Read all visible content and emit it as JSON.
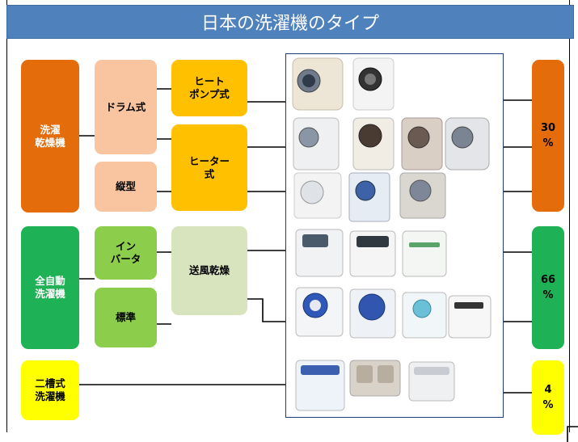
{
  "title": "日本の洗濯機のタイプ",
  "categories": {
    "dryer": "洗濯\n乾燥機",
    "auto": "全自動\n洗濯機",
    "twin": "二槽式\n洗濯機"
  },
  "subtypes": {
    "drum": "ドラム式",
    "vertical": "縦型",
    "inverter": "イン\nバータ",
    "standard": "標準"
  },
  "drying": {
    "heatpump": "ヒート\nポンプ式",
    "heater": "ヒーター\n式",
    "airflow": "送風乾燥"
  },
  "shares": {
    "dryer": "30\n%",
    "auto": "66\n%",
    "twin": "4\n%"
  },
  "icons": {
    "machine": "washing-machine-photo"
  },
  "colors": {
    "title": "#4f81bd",
    "dryer": "#e46c0a",
    "auto": "#1fb156",
    "twin": "#ffff00",
    "drying_method": "#ffc000",
    "drum": "#f9c5a0",
    "inverter": "#8cce4c",
    "airflow": "#d7e4bd"
  }
}
